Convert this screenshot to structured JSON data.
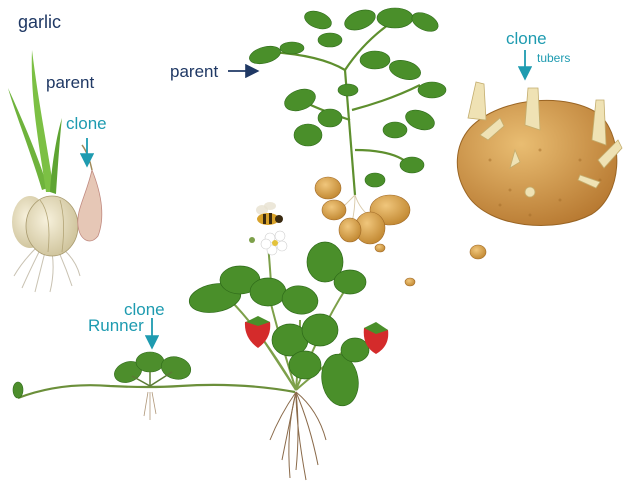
{
  "labels": {
    "garlic": "garlic",
    "garlic_parent": "parent",
    "garlic_clone": "clone",
    "potato_parent": "parent",
    "potato_clone": "clone",
    "tubers": "tubers",
    "strawberry_clone": "clone",
    "runner": "Runner"
  },
  "colors": {
    "label_dark": "#1f3864",
    "label_teal": "#1e9bb0",
    "leaf_green": "#4a8f2a",
    "leaf_dark": "#2f6b1a",
    "potato_tan": "#d9a55a",
    "potato_brown": "#b87a32",
    "strawberry_red": "#d42b2b",
    "garlic_cream": "#ece3c8",
    "garlic_pink": "#d8a0a0",
    "root_brown": "#8a6a4a"
  },
  "icons": [
    "garlic-bulb-icon",
    "potato-plant-icon",
    "potato-tuber-icon",
    "strawberry-plant-icon",
    "bee-icon"
  ]
}
